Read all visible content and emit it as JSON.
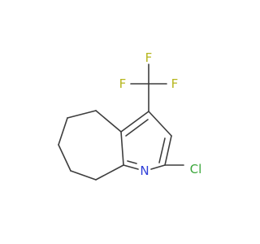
{
  "molecule": {
    "atoms": {
      "f_top": {
        "symbol": "F",
        "color": "#b6b61d"
      },
      "f_left": {
        "symbol": "F",
        "color": "#b6b61d"
      },
      "f_right": {
        "symbol": "F",
        "color": "#b6b61d"
      },
      "n_ring": {
        "symbol": "N",
        "color": "#2f3fd8"
      },
      "cl": {
        "symbol": "Cl",
        "color": "#3aa63a"
      }
    },
    "bond_color": "#3d3d3d"
  }
}
